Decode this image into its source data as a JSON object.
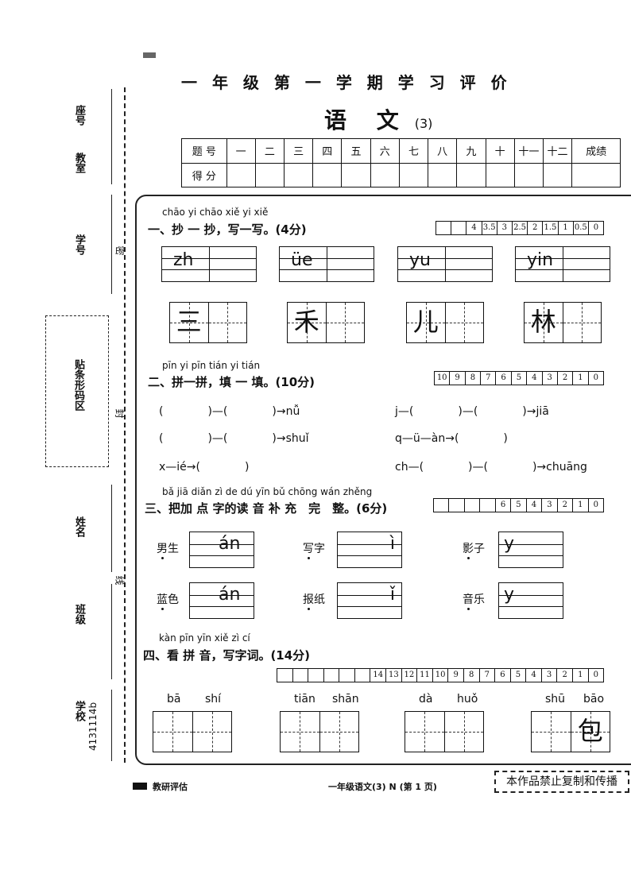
{
  "header": {
    "title": "一 年 级 第 一 学 期 学 习 评 价",
    "subject": "语 文",
    "subject_no": "(3)"
  },
  "score_table": {
    "row1": [
      "题 号",
      "一",
      "二",
      "三",
      "四",
      "五",
      "六",
      "七",
      "八",
      "九",
      "十",
      "十一",
      "十二",
      "成绩"
    ],
    "row2_label": "得 分"
  },
  "margin": {
    "seat": "座号",
    "room": "教室",
    "student_no": "学号",
    "mi": "密",
    "barcode": "贴条形码区",
    "feng": "封",
    "name": "姓名",
    "class": "班级",
    "xian": "线",
    "school": "学校",
    "code": "4131114b"
  },
  "s1": {
    "pinyin": "chāo yi chāo xiě yi xiě",
    "title": "一、抄 一 抄，写一写。(4分)",
    "scores": [
      "",
      "",
      "4",
      "3.5",
      "3",
      "2.5",
      "2",
      "1.5",
      "1",
      "0.5",
      "0"
    ],
    "lines": [
      "zh",
      "üe",
      "yu",
      "yin"
    ],
    "chars": [
      "三",
      "禾",
      "儿",
      "林"
    ]
  },
  "s2": {
    "pinyin": "pīn yi pīn tián yi tián",
    "title": "二、拼一拼，填 一 填。(10分)",
    "scores": [
      "10",
      "9",
      "8",
      "7",
      "6",
      "5",
      "4",
      "3",
      "2",
      "1",
      "0"
    ],
    "items": [
      "(　　　　)—(　　　　)→nǚ",
      "j—(　　　　)—(　　　　)→jiā",
      "(　　　　)—(　　　　)→shuǐ",
      "q—ü—àn→(　　　　)",
      "x—ié→(　　　　)",
      "ch—(　　　　)—(　　　　)→chuāng"
    ]
  },
  "s3": {
    "pinyin": "bǎ jiā diǎn zì de dú yīn bǔ chōng wán zhěng",
    "title": "三、把加 点 字的读 音 补 充　完　整。(6分)",
    "scores": [
      "",
      "",
      "",
      "",
      "6",
      "5",
      "4",
      "3",
      "2",
      "1",
      "0"
    ],
    "items": [
      {
        "word": "男生",
        "hint": "án"
      },
      {
        "word": "写字",
        "hint": "ì"
      },
      {
        "word": "影子",
        "hint": "y"
      },
      {
        "word": "蓝色",
        "hint": "án"
      },
      {
        "word": "报纸",
        "hint": "ǐ"
      },
      {
        "word": "音乐",
        "hint": "y"
      }
    ]
  },
  "s4": {
    "pinyin": "kàn pīn yīn xiě zì cí",
    "title": "四、看 拼 音，写字词。(14分)",
    "scores": [
      "",
      "",
      "",
      "",
      "",
      "",
      "14",
      "13",
      "12",
      "11",
      "10",
      "9",
      "8",
      "7",
      "6",
      "5",
      "4",
      "3",
      "2",
      "1",
      "0"
    ],
    "words": [
      {
        "p1": "bā",
        "p2": "shí",
        "c2": ""
      },
      {
        "p1": "tiān",
        "p2": "shān",
        "c2": ""
      },
      {
        "p1": "dà",
        "p2": "huǒ",
        "c2": ""
      },
      {
        "p1": "shū",
        "p2": "bāo",
        "c2": "包"
      }
    ]
  },
  "footer": {
    "brand": "教研评估",
    "page": "一年级语文(3) N (第 1 页)",
    "notice": "本作品禁止复制和传播"
  }
}
